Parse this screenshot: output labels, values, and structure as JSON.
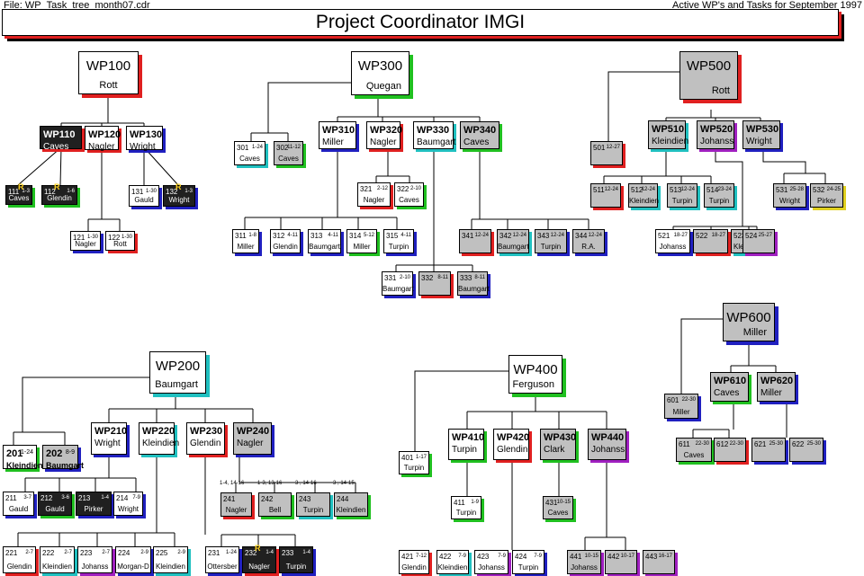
{
  "header": {
    "file": "File: WP_Task_tree_month07.cdr",
    "active": "Active WP's and Tasks for  September 1997",
    "title": "Project Coordinator  IMGI"
  },
  "colors": {
    "red": "#e02020",
    "green": "#20c020",
    "blue": "#2020c0",
    "cyan": "#20c0c0",
    "purple": "#a020c0",
    "yellow": "#e0d020",
    "black": "#000000",
    "grey": "#c0c0c0"
  },
  "wp": {
    "wp100": {
      "code": "WP100",
      "name": "Rott"
    },
    "wp300": {
      "code": "WP300",
      "name": "Quegan"
    },
    "wp500": {
      "code": "WP500",
      "name": "Rott"
    },
    "wp200": {
      "code": "WP200",
      "name": "Baumgart"
    },
    "wp400": {
      "code": "WP400",
      "name": "Ferguson"
    },
    "wp600": {
      "code": "WP600",
      "name": "Miller"
    }
  },
  "sub": {
    "wp110": {
      "code": "WP110",
      "name": "Caves"
    },
    "wp120": {
      "code": "WP120",
      "name": "Nagler"
    },
    "wp130": {
      "code": "WP130",
      "name": "Wright"
    },
    "wp310": {
      "code": "WP310",
      "name": "Miller"
    },
    "wp320": {
      "code": "WP320",
      "name": "Nagler"
    },
    "wp330": {
      "code": "WP330",
      "name": "Baumgart"
    },
    "wp340": {
      "code": "WP340",
      "name": "Caves"
    },
    "wp510": {
      "code": "WP510",
      "name": "Kleindien"
    },
    "wp520": {
      "code": "WP520",
      "name": "Johanss"
    },
    "wp530": {
      "code": "WP530",
      "name": "Wright"
    },
    "wp210": {
      "code": "WP210",
      "name": "Wright"
    },
    "wp220": {
      "code": "WP220",
      "name": "Kleindien"
    },
    "wp230": {
      "code": "WP230",
      "name": "Glendin"
    },
    "wp240": {
      "code": "WP240",
      "name": "Nagler"
    },
    "wp410": {
      "code": "WP410",
      "name": "Turpin"
    },
    "wp420": {
      "code": "WP420",
      "name": "Glendin"
    },
    "wp430": {
      "code": "WP430",
      "name": "Clark"
    },
    "wp440": {
      "code": "WP440",
      "name": "Johanss"
    },
    "wp610": {
      "code": "WP610",
      "name": "Caves"
    },
    "wp620": {
      "code": "WP620",
      "name": "Miller"
    },
    "t201": {
      "code": "201",
      "dates": "1-24",
      "name": "Kleindien"
    },
    "t202": {
      "code": "202",
      "dates": "8-9",
      "name": "Baumgart"
    }
  },
  "tasks": {
    "t111": {
      "code": "111",
      "dates": "1-3",
      "name": "Caves",
      "mark": "R"
    },
    "t112": {
      "code": "112",
      "dates": "1-6",
      "name": "Glendin",
      "mark": "R"
    },
    "t131": {
      "code": "131",
      "dates": "1-30",
      "name": "Gauld"
    },
    "t132": {
      "code": "132",
      "dates": "1-3",
      "name": "Wright",
      "mark": "R"
    },
    "t121": {
      "code": "121",
      "dates": "1-30",
      "name": "Nagler"
    },
    "t122": {
      "code": "122",
      "dates": "1-30",
      "name": "Rott"
    },
    "t301": {
      "code": "301",
      "dates": "1-24",
      "name": "Caves"
    },
    "t302": {
      "code": "302",
      "dates": "11-12",
      "name": "Caves"
    },
    "t321": {
      "code": "321",
      "dates": "2-12",
      "name": "Nagler"
    },
    "t322": {
      "code": "322",
      "dates": "2-10",
      "name": "Caves"
    },
    "t311": {
      "code": "311",
      "dates": "1-8",
      "name": "Miller"
    },
    "t312": {
      "code": "312",
      "dates": "4-11",
      "name": "Glendin"
    },
    "t313": {
      "code": "313",
      "dates": "4-11",
      "name": "Baumgart"
    },
    "t314": {
      "code": "314",
      "dates": "5-12",
      "name": "Miller"
    },
    "t315": {
      "code": "315",
      "dates": "4-11",
      "name": "Turpin"
    },
    "t341": {
      "code": "341",
      "dates": "12-24",
      "name": ""
    },
    "t342": {
      "code": "342",
      "dates": "12-24",
      "name": "Baumgart"
    },
    "t343": {
      "code": "343",
      "dates": "12-24",
      "name": "Turpin"
    },
    "t344": {
      "code": "344",
      "dates": "12-24",
      "name": "R.A."
    },
    "t331": {
      "code": "331",
      "dates": "2-10",
      "name": "Baumgart"
    },
    "t332": {
      "code": "332",
      "dates": "8-11",
      "name": ""
    },
    "t333": {
      "code": "333",
      "dates": "8-11",
      "name": "Baumgart"
    },
    "t501": {
      "code": "501",
      "dates": "12-27",
      "name": ""
    },
    "t511": {
      "code": "511",
      "dates": "12-24",
      "name": ""
    },
    "t512": {
      "code": "512",
      "dates": "12-24",
      "name": "Kleindien"
    },
    "t513": {
      "code": "513",
      "dates": "12-24",
      "name": "Turpin"
    },
    "t514": {
      "code": "514",
      "dates": "23-24",
      "name": "Turpin"
    },
    "t531": {
      "code": "531",
      "dates": "25-28",
      "name": "Wright"
    },
    "t532": {
      "code": "532",
      "dates": "24-25",
      "name": "Pirker"
    },
    "t521": {
      "code": "521",
      "dates": "18-27",
      "name": "Johanss"
    },
    "t522": {
      "code": "522",
      "dates": "18-27",
      "name": ""
    },
    "t523": {
      "code": "523",
      "dates": "18-27",
      "name": "Kleindien"
    },
    "t524": {
      "code": "524",
      "dates": "25-27",
      "name": ""
    },
    "t601": {
      "code": "601",
      "dates": "22-30",
      "name": "Miller"
    },
    "t611": {
      "code": "611",
      "dates": "22-30",
      "name": "Caves"
    },
    "t612": {
      "code": "612",
      "dates": "22-30",
      "name": ""
    },
    "t621": {
      "code": "621",
      "dates": "25-30",
      "name": ""
    },
    "t622": {
      "code": "622",
      "dates": "25-30",
      "name": ""
    },
    "t211": {
      "code": "211",
      "dates": "3-7",
      "name": "Gauld"
    },
    "t212": {
      "code": "212",
      "dates": "3-6",
      "name": "Gauld"
    },
    "t213": {
      "code": "213",
      "dates": "1-4",
      "name": "Pirker"
    },
    "t214": {
      "code": "214",
      "dates": "7-9",
      "name": "Wright"
    },
    "t241": {
      "code": "241",
      "dates": "",
      "name": "Nagler",
      "range": "1-4, 14-16"
    },
    "t242": {
      "code": "242",
      "dates": "",
      "name": "Bell",
      "range": "1-3, 13-16"
    },
    "t243": {
      "code": "243",
      "dates": "",
      "name": "Turpin",
      "range": "3 , 14-16"
    },
    "t244": {
      "code": "244",
      "dates": "",
      "name": "Kleindien",
      "range": "3 , 14-15"
    },
    "t221": {
      "code": "221",
      "dates": "2-7",
      "name": "Glendin"
    },
    "t222": {
      "code": "222",
      "dates": "2-7",
      "name": "Kleindien"
    },
    "t223": {
      "code": "223",
      "dates": "2-7",
      "name": "Johanss"
    },
    "t224": {
      "code": "224",
      "dates": "2-9",
      "name": "Morgan-D"
    },
    "t225": {
      "code": "225",
      "dates": "2-9",
      "name": "Kleindien"
    },
    "t231": {
      "code": "231",
      "dates": "1-24",
      "name": "Ottersber"
    },
    "t232": {
      "code": "232",
      "dates": "1-4",
      "name": "Nagler",
      "mark": "R"
    },
    "t233": {
      "code": "233",
      "dates": "1-4",
      "name": "Turpin"
    },
    "t401": {
      "code": "401",
      "dates": "1-17",
      "name": "Turpin"
    },
    "t411": {
      "code": "411",
      "dates": "1-9",
      "name": "Turpin"
    },
    "t431": {
      "code": "431",
      "dates": "10-15",
      "name": "Caves"
    },
    "t421": {
      "code": "421",
      "dates": "7-12",
      "name": "Glendin"
    },
    "t422": {
      "code": "422",
      "dates": "7-9",
      "name": "Kleindien"
    },
    "t423": {
      "code": "423",
      "dates": "7-9",
      "name": "Johanss"
    },
    "t424": {
      "code": "424",
      "dates": "7-9",
      "name": "Turpin"
    },
    "t441": {
      "code": "441",
      "dates": "10-15",
      "name": "Johanss"
    },
    "t442": {
      "code": "442",
      "dates": "10-17",
      "name": ""
    },
    "t443": {
      "code": "443",
      "dates": "16-17",
      "name": ""
    }
  }
}
